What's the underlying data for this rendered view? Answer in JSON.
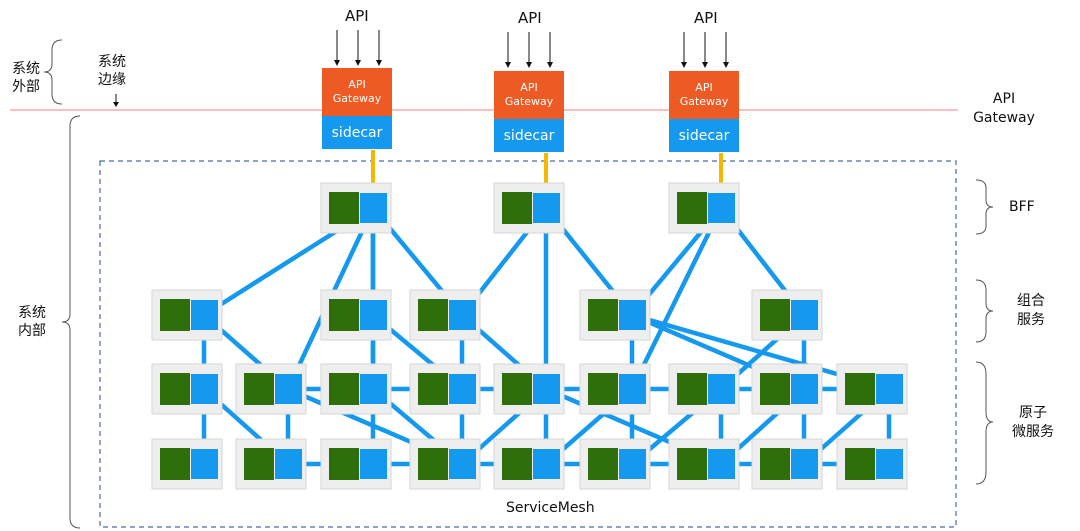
{
  "left_labels": {
    "outside": [
      "系统",
      "外部"
    ],
    "edge": [
      "系统",
      "边缘"
    ],
    "inside": [
      "系统",
      "内部"
    ]
  },
  "right_labels": {
    "gateway": [
      "API",
      "Gateway"
    ],
    "bff": "BFF",
    "composite": [
      "组合",
      "服务"
    ],
    "atomic": [
      "原子",
      "微服务"
    ]
  },
  "api_label": "API",
  "gateway_text": [
    "API",
    "Gateway"
  ],
  "sidecar_text": "sidecar",
  "mesh_label": "ServiceMesh",
  "colors": {
    "gateway": "#ee5a24",
    "sidecar": "#1599ef",
    "link": "#1599ef",
    "gateway_link": "#f5b800",
    "service": "#2f6f0b",
    "card": "#eeeeee",
    "boundary": "#f08080",
    "mesh_border": "#4a6ca8"
  },
  "gateways": [
    {
      "id": "gw1",
      "api": "API"
    },
    {
      "id": "gw2",
      "api": "API"
    },
    {
      "id": "gw3",
      "api": "API"
    }
  ],
  "tiers": [
    "BFF",
    "组合服务",
    "原子微服务"
  ]
}
